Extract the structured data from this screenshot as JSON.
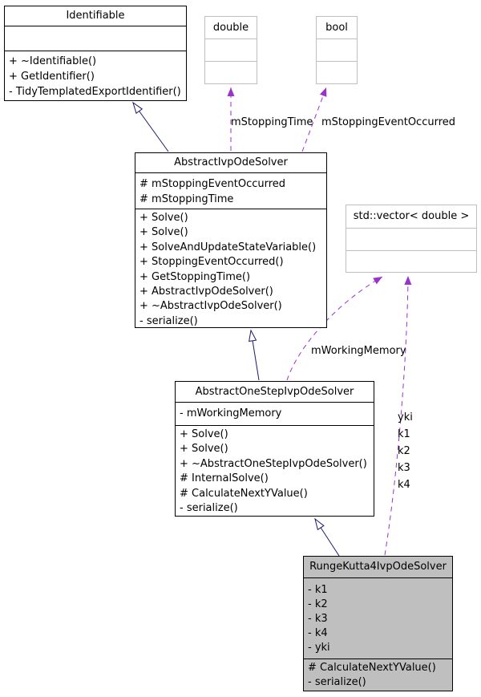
{
  "classes": {
    "identifiable": {
      "title": "Identifiable",
      "attributes": [],
      "methods": [
        "+ ~Identifiable()",
        "+ GetIdentifier()",
        "- TidyTemplatedExportIdentifier()"
      ]
    },
    "double_type": {
      "title": "double"
    },
    "bool_type": {
      "title": "bool"
    },
    "abstract_ivp_ode_solver": {
      "title": "AbstractIvpOdeSolver",
      "attributes": [
        "# mStoppingEventOccurred",
        "# mStoppingTime"
      ],
      "methods": [
        "+ Solve()",
        "+ Solve()",
        "+ SolveAndUpdateStateVariable()",
        "+ StoppingEventOccurred()",
        "+ GetStoppingTime()",
        "+ AbstractIvpOdeSolver()",
        "+ ~AbstractIvpOdeSolver()",
        "- serialize()"
      ]
    },
    "std_vector_double": {
      "title": "std::vector< double >"
    },
    "abstract_one_step_ivp_ode_solver": {
      "title": "AbstractOneStepIvpOdeSolver",
      "attributes": [
        "- mWorkingMemory"
      ],
      "methods": [
        "+ Solve()",
        "+ Solve()",
        "+ ~AbstractOneStepIvpOdeSolver()",
        "# InternalSolve()",
        "# CalculateNextYValue()",
        "- serialize()"
      ]
    },
    "runge_kutta4_ivp_ode_solver": {
      "title": "RungeKutta4IvpOdeSolver",
      "attributes": [
        "- k1",
        "- k2",
        "- k3",
        "- k4",
        "- yki"
      ],
      "methods": [
        "# CalculateNextYValue()",
        "- serialize()"
      ]
    }
  },
  "edge_labels": {
    "stopping_time": "mStoppingTime",
    "stopping_event_occurred": "mStoppingEventOccurred",
    "working_memory": "mWorkingMemory",
    "rk4_members": [
      "yki",
      "k1",
      "k2",
      "k3",
      "k4"
    ]
  },
  "colors": {
    "inheritance_edge": "#191970",
    "usage_edge": "#9a32cd",
    "class_border": "#000000",
    "external_border": "#bebebe",
    "highlight_fill": "#bfbfbf",
    "background": "#ffffff"
  }
}
